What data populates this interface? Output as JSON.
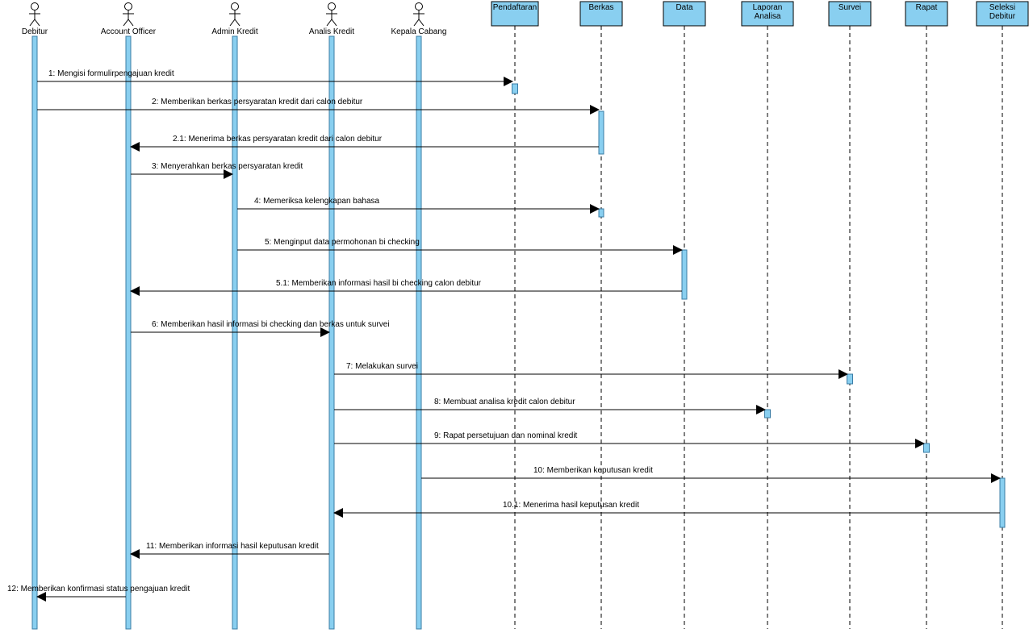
{
  "colors": {
    "lifeline_fill": "#89cff0",
    "lifeline_stroke": "#3a7ca5",
    "line": "#000000"
  },
  "actors": [
    {
      "id": "debitur",
      "label": "Debitur"
    },
    {
      "id": "account_officer",
      "label": "Account Officer"
    },
    {
      "id": "admin_kredit",
      "label": "Admin Kredit"
    },
    {
      "id": "analis_kredit",
      "label": "Analis Kredit"
    },
    {
      "id": "kepala_cabang",
      "label": "Kepala Cabang"
    }
  ],
  "objects": [
    {
      "id": "pendaftaran",
      "label": [
        "Pendaftaran"
      ]
    },
    {
      "id": "berkas",
      "label": [
        "Berkas"
      ]
    },
    {
      "id": "data",
      "label": [
        "Data"
      ]
    },
    {
      "id": "laporan_analisa",
      "label": [
        "Laporan",
        "Analisa"
      ]
    },
    {
      "id": "survei",
      "label": [
        "Survei"
      ]
    },
    {
      "id": "rapat",
      "label": [
        "Rapat"
      ]
    },
    {
      "id": "seleksi_debitur",
      "label": [
        "Seleksi",
        "Debitur"
      ]
    }
  ],
  "messages": [
    {
      "label": "1: Mengisi formulirpengajuan kredit",
      "from": "debitur",
      "to": "pendaftaran"
    },
    {
      "label": "2: Memberikan berkas persyaratan kredit dari calon debitur",
      "from": "debitur",
      "to": "berkas"
    },
    {
      "label": "2.1: Menerima berkas persyaratan kredit dari calon debitur",
      "from": "berkas",
      "to": "account_officer"
    },
    {
      "label": "3: Menyerahkan berkas persyaratan kredit",
      "from": "account_officer",
      "to": "admin_kredit"
    },
    {
      "label": "4: Memeriksa kelengkapan bahasa",
      "from": "admin_kredit",
      "to": "berkas"
    },
    {
      "label": "5: Menginput data permohonan bi checking",
      "from": "admin_kredit",
      "to": "data"
    },
    {
      "label": "5.1: Memberikan informasi hasil bi checking calon debitur",
      "from": "data",
      "to": "account_officer"
    },
    {
      "label": "6: Memberikan hasil informasi bi checking dan berkas untuk survei",
      "from": "account_officer",
      "to": "analis_kredit"
    },
    {
      "label": "7: Melakukan survei",
      "from": "analis_kredit",
      "to": "survei"
    },
    {
      "label": "8: Membuat analisa kredit calon debitur",
      "from": "analis_kredit",
      "to": "laporan_analisa"
    },
    {
      "label": "9: Rapat persetujuan dan nominal kredit",
      "from": "analis_kredit",
      "to": "rapat"
    },
    {
      "label": "10: Memberikan keputusan kredit",
      "from": "kepala_cabang",
      "to": "seleksi_debitur"
    },
    {
      "label": "10.1: Menerima hasil keputusan kredit",
      "from": "seleksi_debitur",
      "to": "analis_kredit"
    },
    {
      "label": "11: Memberikan informasi hasil keputusan kredit",
      "from": "analis_kredit",
      "to": "account_officer"
    },
    {
      "label": "12: Memberikan konfirmasi status pengajuan kredit",
      "from": "account_officer",
      "to": "debitur"
    }
  ]
}
